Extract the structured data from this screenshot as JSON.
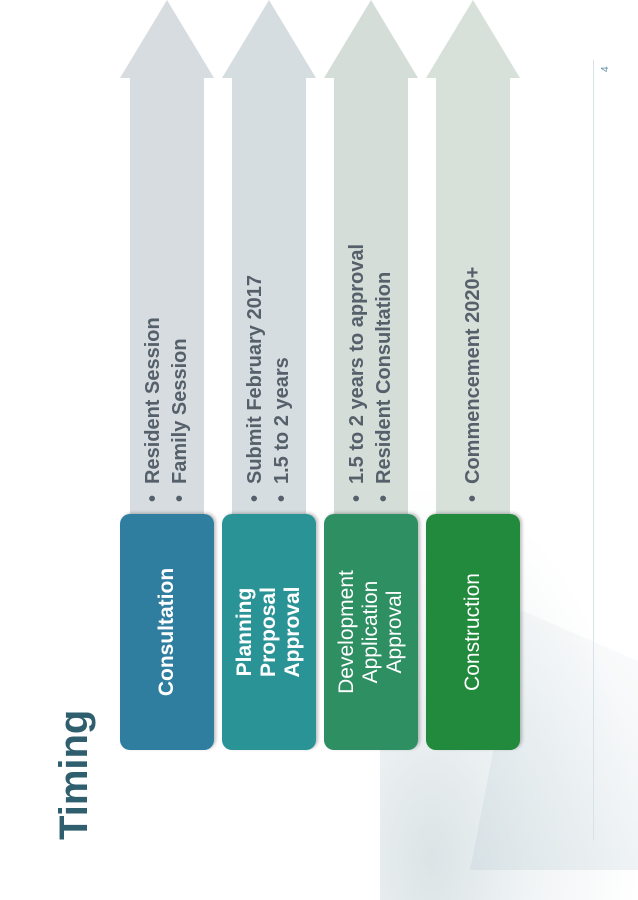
{
  "slide": {
    "title": "Timing",
    "page_number": "4"
  },
  "rows": [
    {
      "stage": "Consultation",
      "box_color": "#2f7ea0",
      "arrow_color": "#d7dce0",
      "bold": true,
      "bullets": [
        "Resident Session",
        "Family Session"
      ]
    },
    {
      "stage": "Planning Proposal Approval",
      "box_color": "#2a9396",
      "arrow_color": "#d6dde0",
      "bold": true,
      "bullets": [
        "Submit February 2017",
        "1.5 to 2 years"
      ]
    },
    {
      "stage": "Development Application Approval",
      "box_color": "#2e8f63",
      "arrow_color": "#d4ddd8",
      "bold": false,
      "bullets": [
        "1.5 to 2 years to approval",
        "Resident Consultation"
      ]
    },
    {
      "stage": "Construction",
      "box_color": "#218a3c",
      "arrow_color": "#d8e0da",
      "bold": false,
      "bullets": [
        "Commencement 2020+"
      ]
    }
  ]
}
